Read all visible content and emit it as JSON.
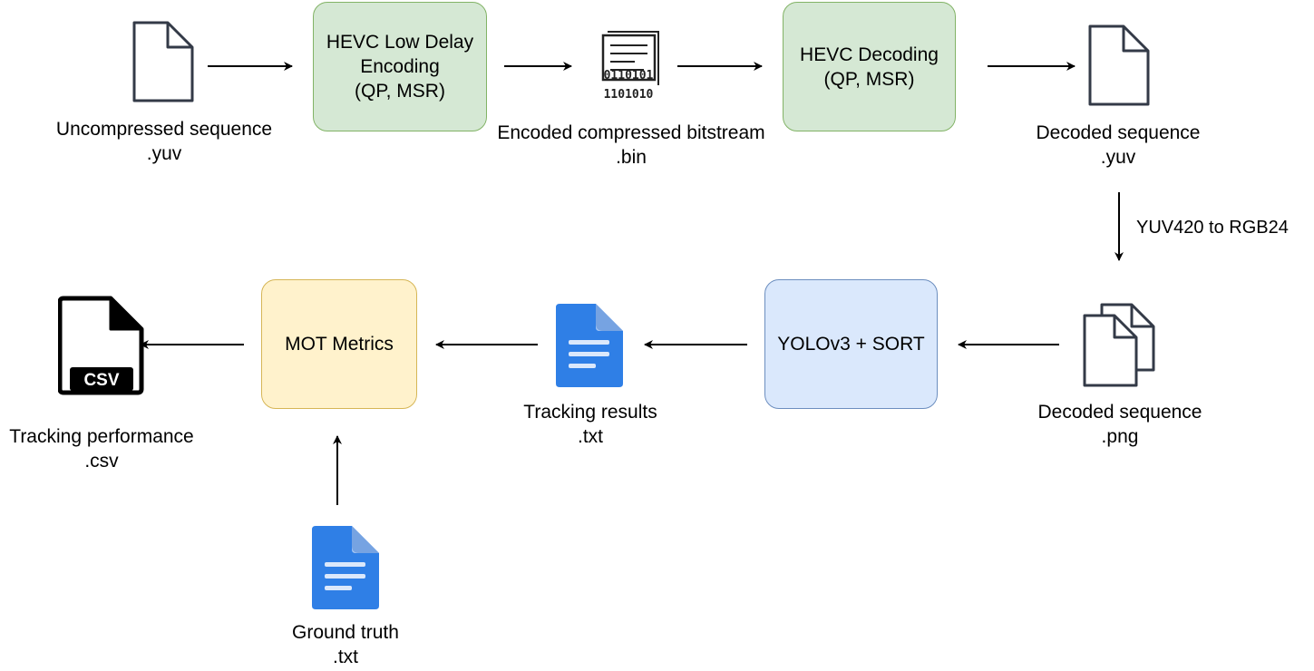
{
  "nodes": {
    "encoder": {
      "text": "HEVC Low Delay\nEncoding\n(QP, MSR)"
    },
    "decoder": {
      "text": "HEVC Decoding\n(QP, MSR)"
    },
    "tracker": {
      "text": "YOLOv3 + SORT"
    },
    "metrics": {
      "text": "MOT Metrics"
    }
  },
  "labels": {
    "uncompressed": {
      "line1": "Uncompressed sequence",
      "line2": ".yuv"
    },
    "bitstream": {
      "line1": "Encoded compressed bitstream",
      "line2": ".bin"
    },
    "decoded_yuv": {
      "line1": "Decoded sequence",
      "line2": ".yuv"
    },
    "decoded_png": {
      "line1": "Decoded sequence",
      "line2": ".png"
    },
    "tracking_results": {
      "line1": "Tracking results",
      "line2": ".txt"
    },
    "ground_truth": {
      "line1": "Ground truth",
      "line2": ".txt"
    },
    "tracking_performance": {
      "line1": "Tracking performance",
      "line2": ".csv"
    }
  },
  "edge_labels": {
    "conversion": "YUV420 to RGB24"
  },
  "icons": {
    "binary_top": "0110101",
    "binary_bottom": "1101010",
    "csv_badge": "CSV"
  },
  "colors": {
    "green_fill": "#d5e8d4",
    "green_stroke": "#82b366",
    "blue_fill": "#dae8fc",
    "blue_stroke": "#6c8ebf",
    "yellow_fill": "#fff2cc",
    "yellow_stroke": "#d6b656",
    "doc_blue": "#2f7fe6"
  }
}
